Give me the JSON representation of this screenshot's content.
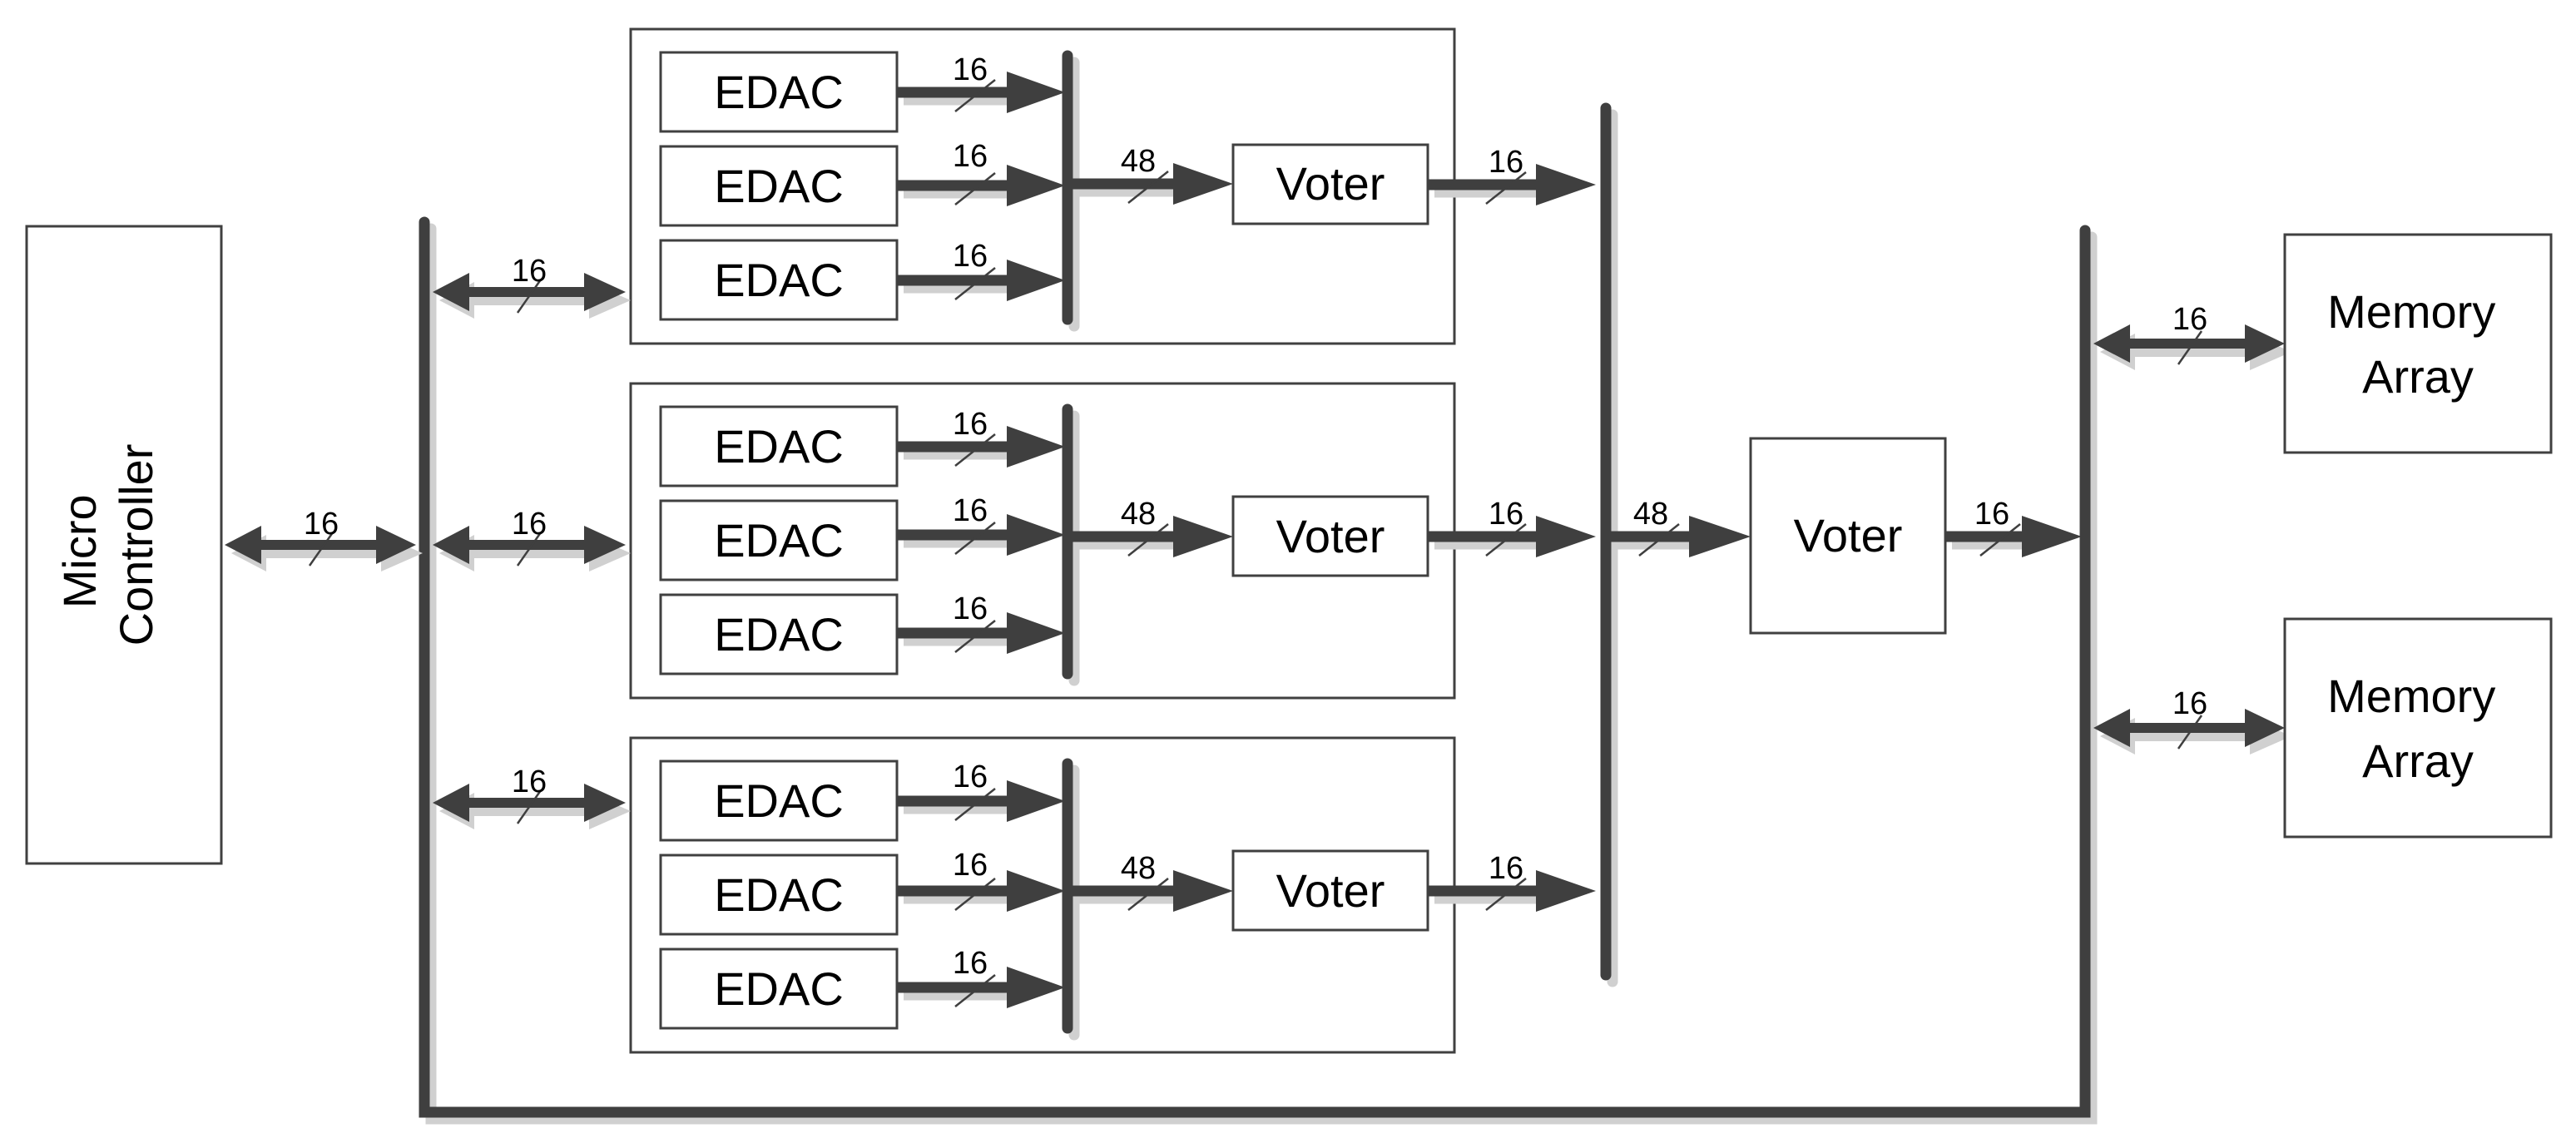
{
  "blocks": {
    "micro_controller": [
      "Micro",
      "Controller"
    ],
    "edac": "EDAC",
    "voter": "Voter",
    "memory_array": [
      "Memory",
      "Array"
    ]
  },
  "bus_widths": {
    "edac_out": "16",
    "voter_in": "48",
    "voter_out": "16",
    "bus": "16"
  }
}
